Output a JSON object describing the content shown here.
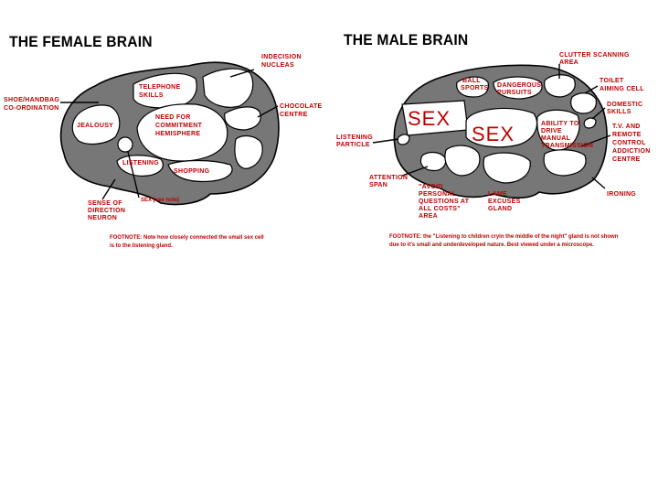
{
  "female": {
    "title": "THE FEMALE BRAIN",
    "labels": {
      "indecision_1": "INDECISION",
      "indecision_2": "NUCLEAS",
      "telephone_1": "TELEPHONE",
      "telephone_2": "SKILLS",
      "shoe_1": "SHOE/HANDBAG",
      "shoe_2": "CO-ORDINATION",
      "chocolate_1": "CHOCOLATE",
      "chocolate_2": "CENTRE",
      "jealousy": "JEALOUSY",
      "commitment_1": "NEED FOR",
      "commitment_2": "COMMITMENT",
      "commitment_3": "HEMISPHERE",
      "listening": "LISTENING",
      "shopping": "SHOPPING",
      "direction_1": "SENSE OF",
      "direction_2": "DIRECTION",
      "direction_3": "NEURON",
      "sex_note": "SEX (see note)"
    },
    "footnote_1": "FOOTNOTE:  Note how closely connected the small sex cell",
    "footnote_2": "is to the listening gland."
  },
  "male": {
    "title": "THE MALE BRAIN",
    "labels": {
      "ball_1": "BALL",
      "ball_2": "SPORTS",
      "dangerous_1": "DANGEROUS",
      "dangerous_2": "PURSUITS",
      "clutter_1": "CLUTTER SCANNING",
      "clutter_2": "AREA",
      "toilet_1": "TOILET",
      "toilet_2": "AIMING CELL",
      "domestic_1": "DOMESTIC",
      "domestic_2": "SKILLS",
      "sex_big": "SEX",
      "sex_center": "SEX",
      "drive_1": "ABILITY TO",
      "drive_2": "DRIVE",
      "drive_3": "MANUAL",
      "drive_4": "TRANSMISSION",
      "remote_1": "T.V. AND",
      "remote_2": "REMOTE",
      "remote_3": "CONTROL",
      "remote_4": "ADDICTION",
      "remote_5": "CENTRE",
      "listening_1": "LISTENING",
      "listening_2": "PARTICLE",
      "attention_1": "ATTENTION",
      "attention_2": "SPAN",
      "avoid_1": "\"AVOID",
      "avoid_2": "PERSONAL",
      "avoid_3": "QUESTIONS AT",
      "avoid_4": "ALL COSTS\"",
      "avoid_5": "AREA",
      "lame_1": "LAME",
      "lame_2": "EXCUSES",
      "lame_3": "GLAND",
      "ironing": "IRONING"
    },
    "footnote_1": "FOOTNOTE: the \"Listening to children cryin the middle of the night\" gland is not shown",
    "footnote_2": "due to it's small and underdeveloped nature.  Best viewed under a microscope."
  },
  "colors": {
    "label": "#c00000",
    "brain": "#777777",
    "cell": "#ffffff"
  }
}
